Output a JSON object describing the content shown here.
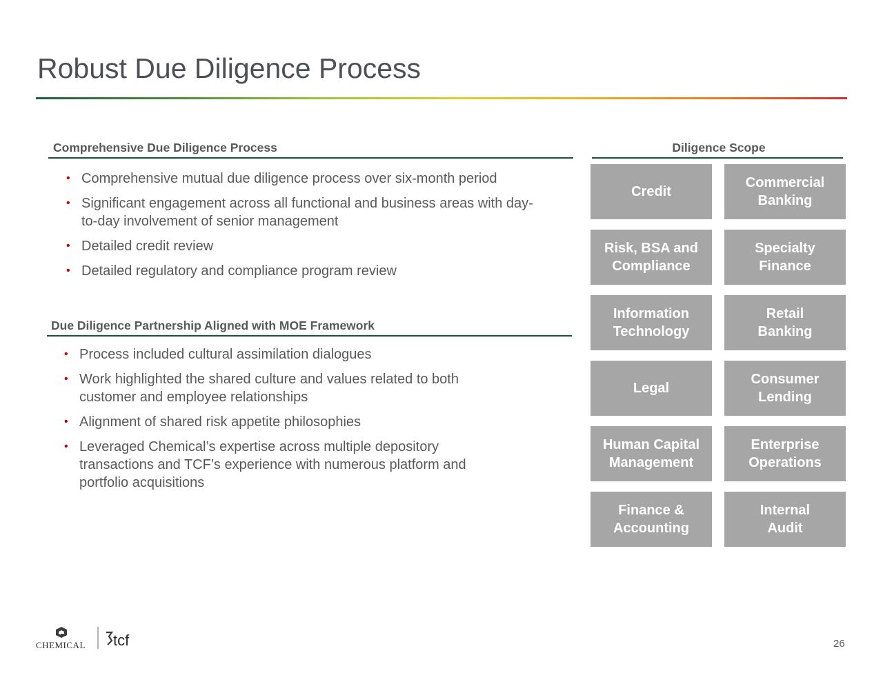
{
  "title": "Robust Due Diligence Process",
  "left": {
    "section1": {
      "heading": "Comprehensive Due Diligence Process",
      "bullets": [
        "Comprehensive mutual due diligence process over six-month period",
        "Significant engagement across all functional and business areas with day-to-day involvement of senior management",
        "Detailed credit review",
        "Detailed regulatory and compliance program review"
      ]
    },
    "section2": {
      "heading": "Due Diligence Partnership Aligned with MOE Framework",
      "bullets": [
        "Process included cultural assimilation dialogues",
        "Work highlighted the shared culture and values related to both customer and employee relationships",
        "Alignment of shared risk appetite philosophies",
        "Leveraged Chemical’s expertise across multiple depository transactions and TCF’s experience with numerous platform and portfolio acquisitions"
      ]
    }
  },
  "scope": {
    "heading": "Diligence Scope",
    "tiles": [
      "Credit",
      "Commercial\nBanking",
      "Risk, BSA and\nCompliance",
      "Specialty\nFinance",
      "Information\nTechnology",
      "Retail\nBanking",
      "Legal",
      "Consumer\nLending",
      "Human Capital\nManagement",
      "Enterprise\nOperations",
      "Finance &\nAccounting",
      "Internal\nAudit"
    ]
  },
  "footer": {
    "logo_chemical": "CHEMICAL",
    "logo_tcf": "tcf",
    "page_number": "26"
  },
  "colors": {
    "tile_bg": "#a6a6a6",
    "rule": "#1e4d3a",
    "bullet": "#c00000"
  }
}
